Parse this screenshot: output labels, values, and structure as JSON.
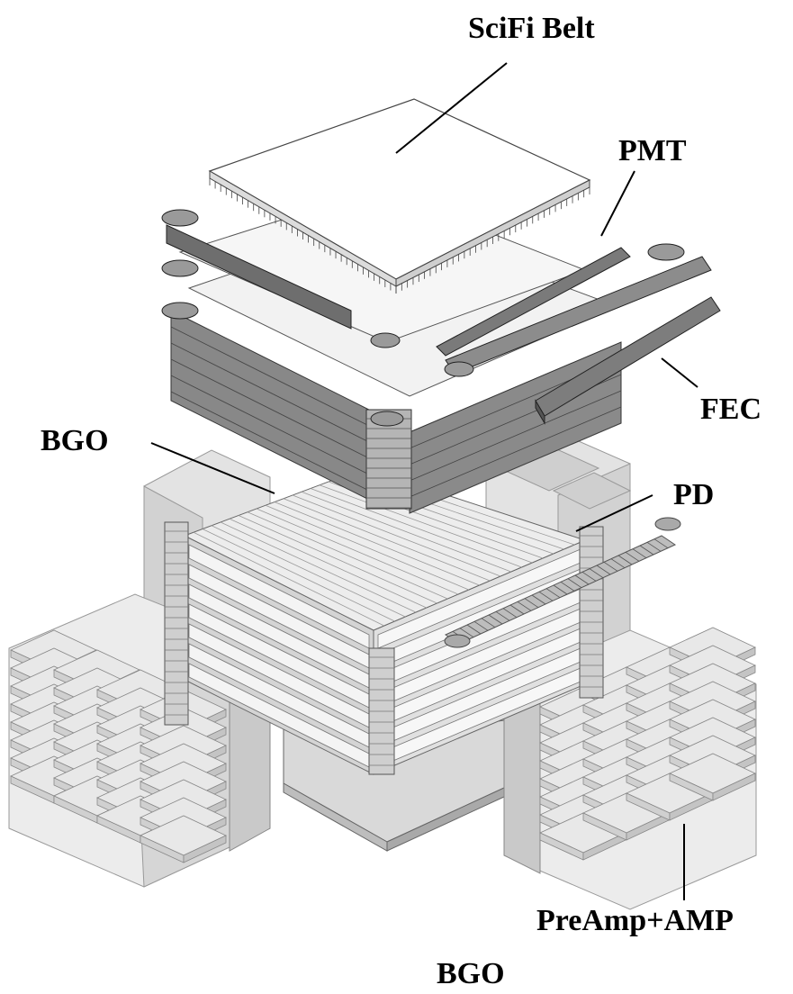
{
  "labels": {
    "scifi": "SciFi Belt",
    "pmt": "PMT",
    "fec": "FEC",
    "bgo_side": "BGO",
    "pd": "PD",
    "preamp": "PreAmp+AMP",
    "caption": "BGO"
  },
  "colors": {
    "background": "#ffffff",
    "line": "#000000",
    "dark_block": "#7a7a7a",
    "mid_block": "#bdbdbd",
    "light_block": "#e6e6e6"
  }
}
